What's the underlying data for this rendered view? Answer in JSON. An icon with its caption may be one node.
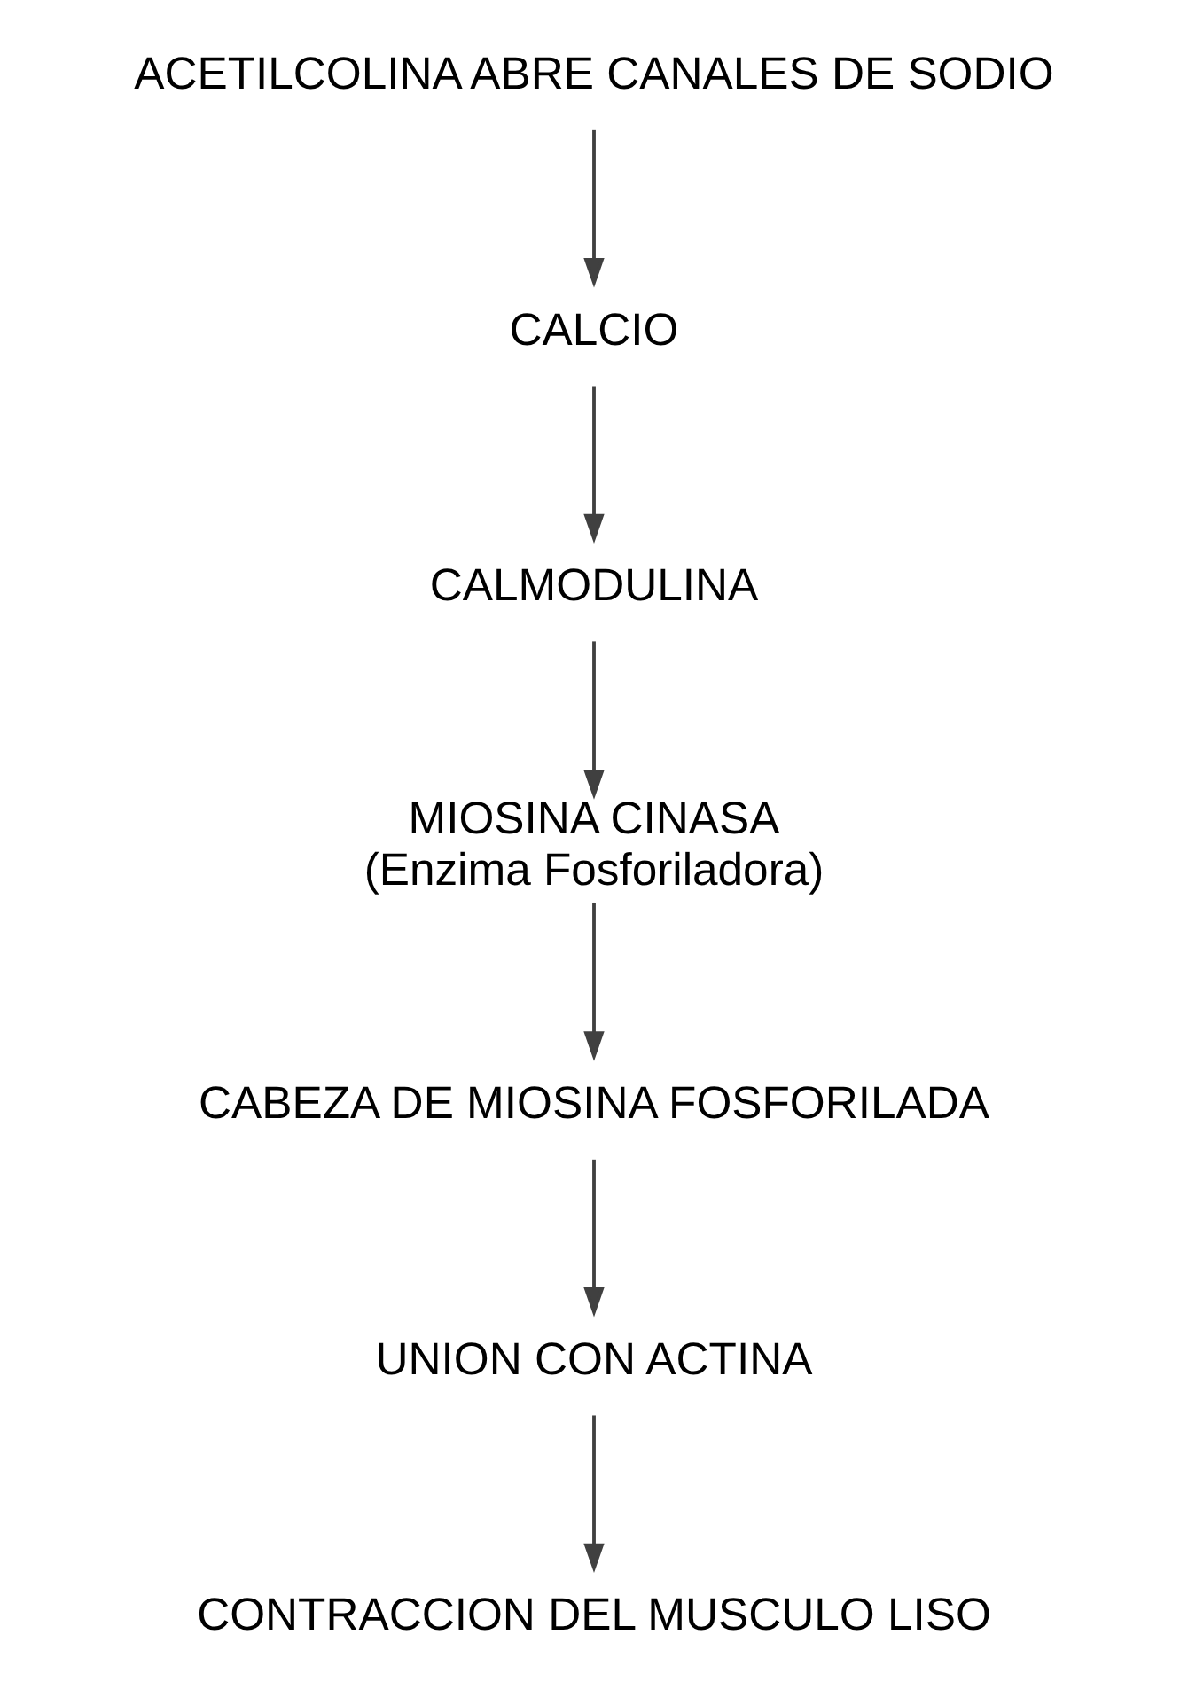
{
  "diagram": {
    "nodes": [
      {
        "text": [
          "ACETILCOLINA ABRE CANALES DE SODIO"
        ]
      },
      {
        "text": [
          "CALCIO"
        ]
      },
      {
        "text": [
          "CALMODULINA"
        ]
      },
      {
        "text": [
          "MIOSINA CINASA",
          "(Enzima Fosforiladora)"
        ]
      },
      {
        "text": [
          "CABEZA DE MIOSINA FOSFORILADA"
        ]
      },
      {
        "text": [
          "UNION CON ACTINA"
        ]
      },
      {
        "text": [
          "CONTRACCION DEL MUSCULO LISO"
        ]
      }
    ],
    "edges": [
      {
        "from": 0,
        "to": 1,
        "arrow": "to"
      },
      {
        "from": 1,
        "to": 2,
        "arrow": "to"
      },
      {
        "from": 2,
        "to": 3,
        "arrow": "to"
      },
      {
        "from": 3,
        "to": 4,
        "arrow": "to"
      },
      {
        "from": 4,
        "to": 5,
        "arrow": "to"
      },
      {
        "from": 5,
        "to": 6,
        "arrow": "to"
      }
    ]
  }
}
